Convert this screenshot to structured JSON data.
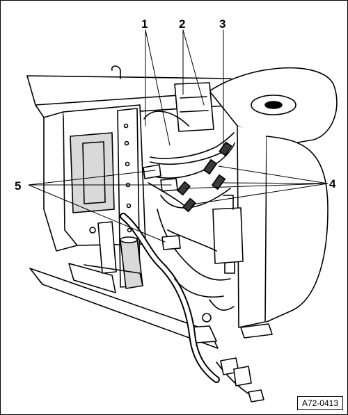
{
  "callouts": {
    "c1": "1",
    "c2": "2",
    "c3": "3",
    "c4": "4",
    "c5": "5"
  },
  "figure_id": "A72-0413",
  "colors": {
    "line": "#000000",
    "paper": "#ffffff",
    "shade": "#d9d9d9",
    "dark": "#3a3a3a"
  }
}
